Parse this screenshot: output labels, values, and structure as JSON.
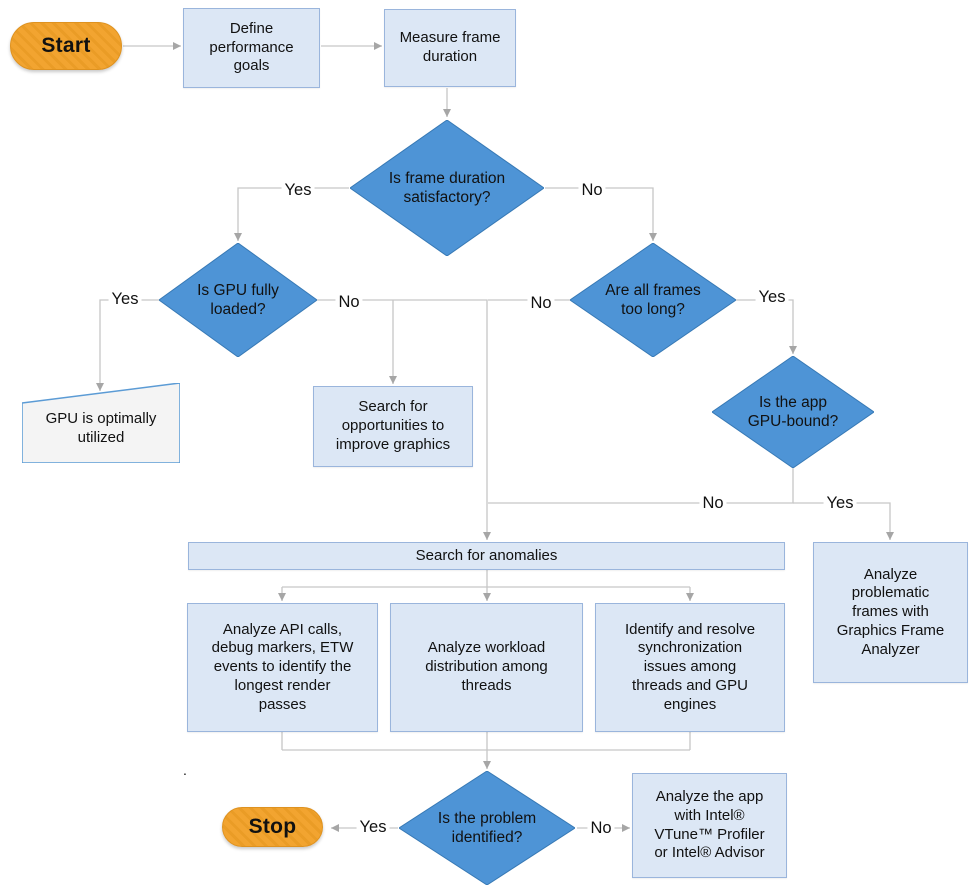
{
  "diagram": {
    "type": "flowchart",
    "topic": "GPU performance analysis decision flow"
  },
  "nodes": {
    "start": {
      "label": "Start"
    },
    "define_goals": {
      "label": "Define\nperformance\ngoals"
    },
    "measure_frame": {
      "label": "Measure frame\nduration"
    },
    "frame_satisfactory": {
      "label": "Is frame duration\nsatisfactory?"
    },
    "gpu_loaded": {
      "label": "Is GPU fully\nloaded?"
    },
    "frames_too_long": {
      "label": "Are all frames\ntoo long?"
    },
    "gpu_optimal": {
      "label": "GPU is optimally\nutilized"
    },
    "search_opportunities": {
      "label": "Search for\nopportunities to\nimprove graphics"
    },
    "gpu_bound": {
      "label": "Is the app\nGPU-bound?"
    },
    "search_anomalies": {
      "label": "Search for anomalies"
    },
    "analyze_api": {
      "label": "Analyze API calls,\ndebug markers, ETW\nevents to identify the\nlongest render\npasses"
    },
    "analyze_workload": {
      "label": "Analyze workload\ndistribution among\nthreads"
    },
    "identify_sync": {
      "label": "Identify and resolve\nsynchronization\nissues among\nthreads and GPU\nengines"
    },
    "analyze_frames": {
      "label": "Analyze\nproblematic\nframes with\nGraphics Frame\nAnalyzer"
    },
    "problem_identified": {
      "label": "Is the problem\nidentified?"
    },
    "stop": {
      "label": "Stop"
    },
    "analyze_vtune": {
      "label": "Analyze the app\nwith Intel®\nVTune™ Profiler\nor Intel® Advisor"
    }
  },
  "edge_labels": {
    "frame_yes": "Yes",
    "frame_no": "No",
    "gpu_loaded_yes": "Yes",
    "gpu_loaded_no": "No",
    "frames_long_no": "No",
    "frames_long_yes": "Yes",
    "gpu_bound_no": "No",
    "gpu_bound_yes": "Yes",
    "problem_yes": "Yes",
    "problem_no": "No"
  },
  "stray_mark": ".",
  "colors": {
    "diamond_fill": "#4E94D6",
    "diamond_border": "#3779B5",
    "box_fill": "#DCE7F5",
    "box_border": "#9AB5DC",
    "card_fill": "#F4F4F4",
    "card_border": "#5B9BD5",
    "pill_fill": "#F2A430",
    "pill_stripe": "#EA9C26",
    "pill_border": "#DE9220",
    "line": "#C6C6C6",
    "arrow": "#A6A6A6",
    "text": "#111111"
  }
}
